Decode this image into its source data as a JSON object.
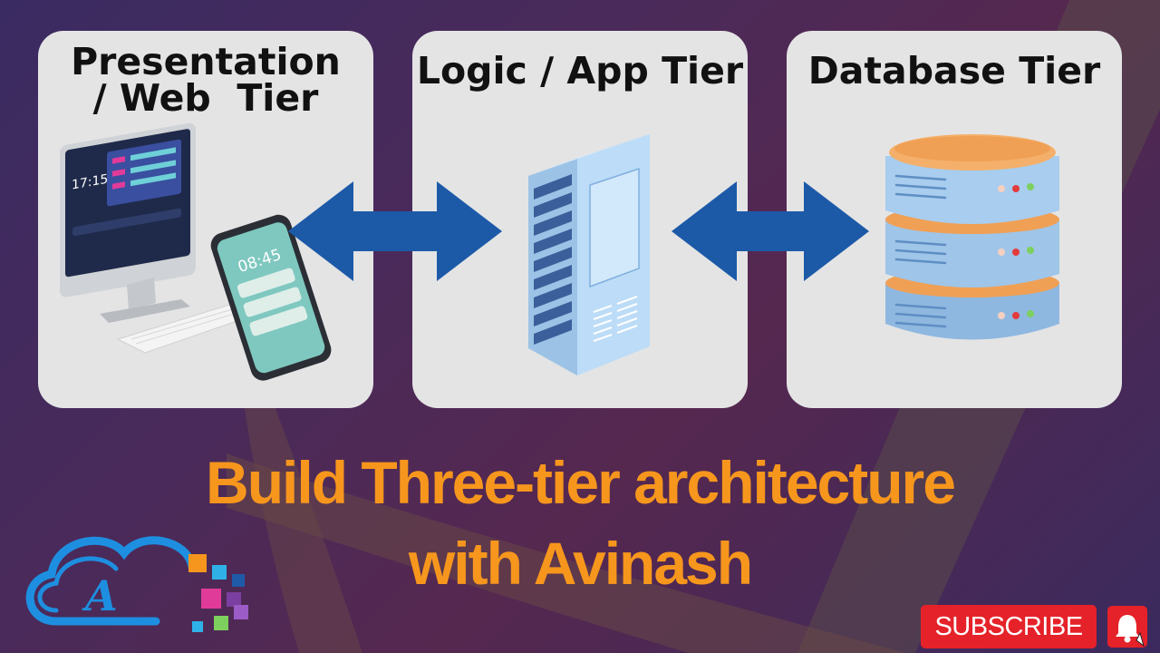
{
  "tiers": [
    {
      "title_line1": "Presentation",
      "title_line2": "/ Web  Tier",
      "illustration": "desktop-and-phone-icon"
    },
    {
      "title": "Logic / App Tier",
      "illustration": "server-rack-icon"
    },
    {
      "title": "Database Tier",
      "illustration": "database-stack-icon"
    }
  ],
  "devices": {
    "monitor_clock": "17:15",
    "phone_clock": "08:45"
  },
  "headline": {
    "line1": "Build Three-tier architecture",
    "line2": "with Avinash"
  },
  "logo": {
    "letter": "A"
  },
  "subscribe": {
    "label": "SUBSCRIBE"
  },
  "colors": {
    "panel": "#e4e4e4",
    "arrow": "#1c5aa8",
    "headline": "#f7961d",
    "subscribe": "#e52229",
    "db_top": "#f0a055",
    "db_body": "#9fc5e8",
    "server": "#bcdcf7"
  }
}
